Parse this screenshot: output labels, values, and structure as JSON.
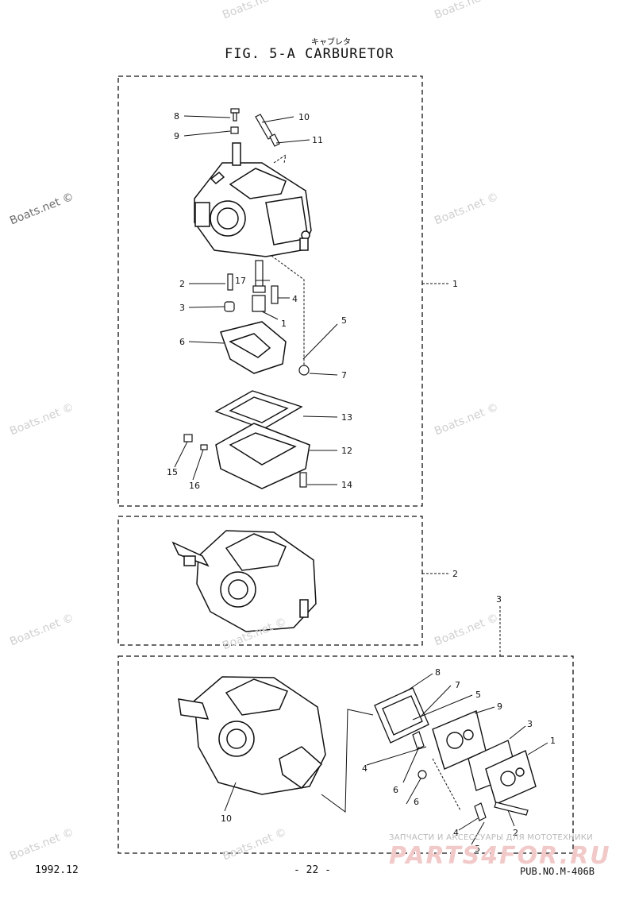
{
  "title": {
    "jp": "キャブレタ",
    "main": "FIG.  5-A CARBURETOR"
  },
  "watermark": "Boats.net ©",
  "shop": {
    "line": "ЗАПЧАСТИ И АКСЕССУАРЫ ДЛЯ МОТОТЕХНИКИ",
    "logo": "PARTS4FOR.RU"
  },
  "footer": {
    "date": "1992.12",
    "page": "- 22 -",
    "pub": "PUB.NO.M-406B"
  },
  "sections": {
    "top": {
      "assembly_number": "1",
      "callouts": [
        "8",
        "9",
        "10",
        "11",
        "17",
        "2",
        "3",
        "4",
        "1",
        "5",
        "6",
        "7",
        "13",
        "12",
        "15",
        "16",
        "14"
      ]
    },
    "middle": {
      "assembly_number": "2"
    },
    "bottom": {
      "assembly_number": "3",
      "callouts": [
        "8",
        "7",
        "5",
        "9",
        "3",
        "1",
        "4",
        "6",
        "6",
        "4",
        "5",
        "2",
        "10"
      ]
    }
  },
  "colors": {
    "ink": "#111111",
    "watermark": "#cfcfcf",
    "shop_logo": "#f2c9c9"
  }
}
